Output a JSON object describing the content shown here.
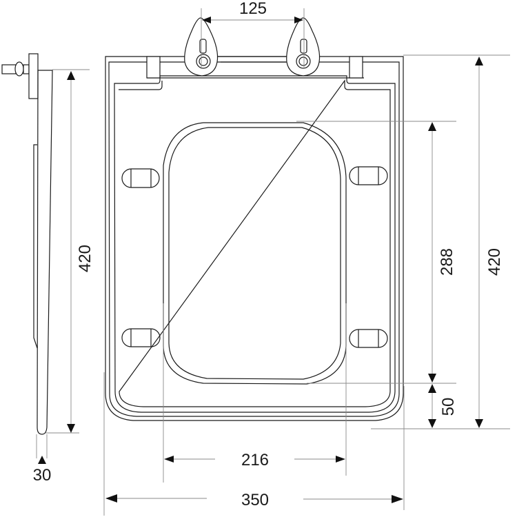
{
  "diagram": {
    "subject": "Toilet seat technical drawing",
    "views": [
      "side-view",
      "top-view"
    ],
    "units": "mm",
    "dimensions": {
      "hinge_spacing": "125",
      "side_height": "420",
      "side_thickness": "30",
      "opening_length": "288",
      "front_margin": "50",
      "total_length": "420",
      "opening_width": "216",
      "total_width": "350"
    },
    "colors": {
      "line": "#1a1a1a",
      "dimension_line": "#8a8a8a",
      "background": "#ffffff"
    }
  }
}
